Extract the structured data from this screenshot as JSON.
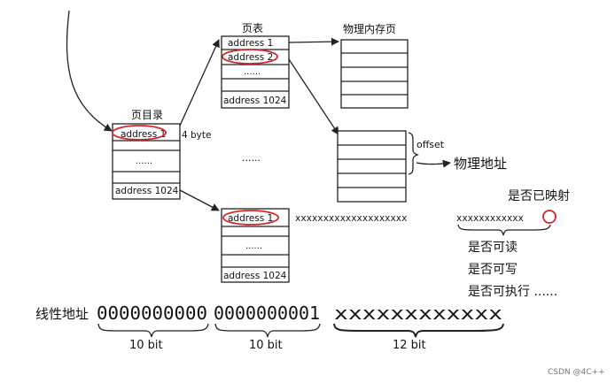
{
  "page_directory": {
    "title": "页目录",
    "rows": [
      "address 1",
      "......",
      "address 1024"
    ],
    "entry_size": "4 byte"
  },
  "page_table_top": {
    "title": "页表",
    "rows": [
      "address 1",
      "address 2",
      "......",
      "address 1024"
    ]
  },
  "page_table_bottom": {
    "rows": [
      "address 1",
      "......",
      "address 1024"
    ]
  },
  "page_table_ellipsis": "......",
  "physical_page": {
    "title": "物理内存页"
  },
  "offset_label": "offset",
  "physical_address_label": "物理地址",
  "entry_bits": "xxxxxxxxxxxxxxxxxxxx",
  "flag_bits": "xxxxxxxxxxxx",
  "flags": {
    "title": "是否已映射",
    "items": [
      "是否可读",
      "是否可写",
      "是否可执行 ......"
    ]
  },
  "linear_address": {
    "label": "线性地址",
    "fields": [
      {
        "bits": "0000000000",
        "size": "10 bit"
      },
      {
        "bits": "0000000001",
        "size": "10 bit"
      },
      {
        "bits": "xxxxxxxxxxxx",
        "size": "12 bit"
      }
    ]
  },
  "watermark": "CSDN @4C++"
}
